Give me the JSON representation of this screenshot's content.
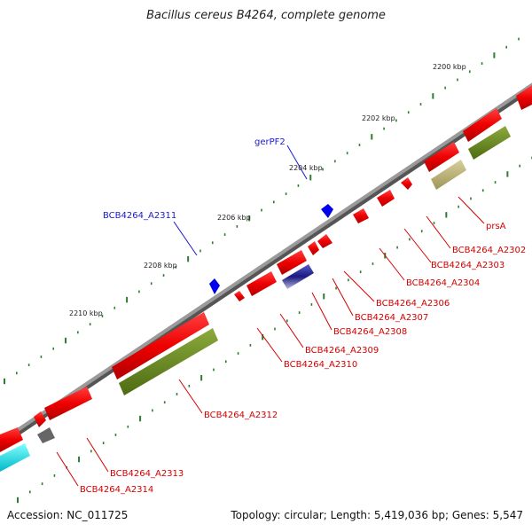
{
  "title": "Bacillus cereus B4264, complete genome",
  "footer": {
    "accession": "Accession: NC_011725",
    "info": "Topology: circular; Length: 5,419,036 bp; Genes: 5,547"
  },
  "colors": {
    "backbone": "#8a8a8a",
    "cds_red": "#ee0000",
    "olive": "#6b8a1e",
    "khaki": "#b8b070",
    "blue_feature": "#0000ee",
    "navy_feature": "#202090",
    "gray_feature": "#666666",
    "cyan_feature": "#00e5f0",
    "tick_green": "#2e7d2e",
    "label_red": "#d40000",
    "label_blue": "#1a1acc"
  },
  "scale_labels": [
    "2200 kbp",
    "2202 kbp",
    "2204 kbp",
    "2206 kbp",
    "2208 kbp",
    "2210 kbp"
  ],
  "gene_labels_red": [
    "prsA",
    "BCB4264_A2302",
    "BCB4264_A2303",
    "BCB4264_A2304",
    "BCB4264_A2306",
    "BCB4264_A2307",
    "BCB4264_A2308",
    "BCB4264_A2309",
    "BCB4264_A2310",
    "BCB4264_A2312",
    "BCB4264_A2313",
    "BCB4264_A2314"
  ],
  "gene_labels_blue": [
    "gerPF2",
    "BCB4264_A2311"
  ]
}
